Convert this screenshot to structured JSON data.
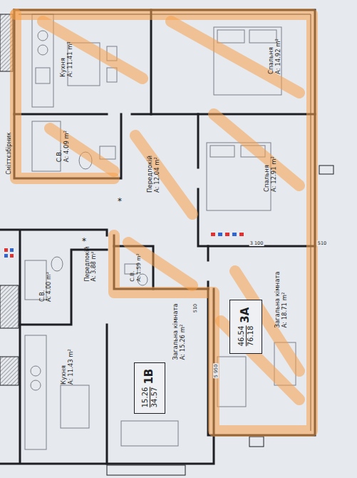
{
  "diagram": {
    "nodes": [
      {
        "text": [
          "Кухня",
          "A: 11.41 m²"
        ]
      },
      {
        "text": [
          "Спальня",
          "A: 14.92 m²"
        ]
      },
      {
        "text": [
          "С.В.",
          "A: 4.09 m²"
        ]
      },
      {
        "text": [
          "Передпокій",
          "A: 12.04 m²"
        ]
      },
      {
        "text": [
          "Спальня",
          "A: 12.91 m²"
        ]
      },
      {
        "text": [
          "Передпокій",
          "A: 3.88 m²"
        ]
      },
      {
        "text": [
          "С.В.",
          "A: 1.59 m²"
        ]
      },
      {
        "text": [
          "С.В.",
          "A: 4.00 m²"
        ]
      },
      {
        "text": [
          "Загальна кімната",
          "A: 18.71 m²"
        ]
      },
      {
        "text": [
          "3A",
          "46.54",
          "76.18"
        ],
        "in": 8
      },
      {
        "text": [
          "Кухня",
          "A: 11.43 m²"
        ]
      },
      {
        "text": [
          "Загальна кімната",
          "A: 15.26 m²"
        ]
      },
      {
        "text": [
          "1В",
          "15.26",
          "34.57"
        ],
        "in": 11
      }
    ],
    "labels": [
      "Сміттєзбірник",
      "510",
      "3 100",
      "510",
      "5 950",
      "*",
      "*"
    ]
  }
}
